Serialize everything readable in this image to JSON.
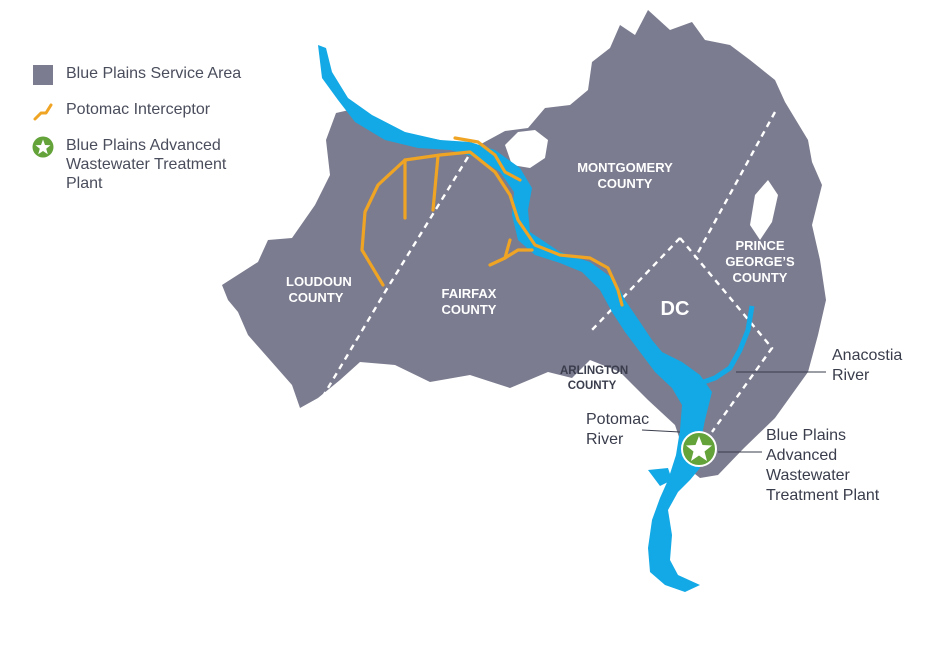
{
  "legend": {
    "service_area": "Blue Plains Service Area",
    "interceptor": "Potomac Interceptor",
    "plant": "Blue Plains Advanced Wastewater Treatment Plant"
  },
  "regions": {
    "loudoun": "LOUDOUN COUNTY",
    "fairfax": "FAIRFAX COUNTY",
    "montgomery": "MONTGOMERY COUNTY",
    "prince_georges": "PRINCE GEORGE’S COUNTY",
    "dc": "DC",
    "arlington": "ARLINGTON COUNTY"
  },
  "callouts": {
    "anacostia": "Anacostia River",
    "potomac": "Potomac River",
    "plant": "Blue Plains Advanced Wastewater Treatment Plant"
  },
  "colors": {
    "service_area": "#7b7c8f",
    "river": "#12a9e6",
    "interceptor": "#f0a423",
    "plant_marker": "#63a33a",
    "boundary": "#ffffff"
  },
  "icons": {
    "service_area": "gray-square-icon",
    "interceptor": "orange-pipe-icon",
    "plant": "green-star-icon"
  }
}
